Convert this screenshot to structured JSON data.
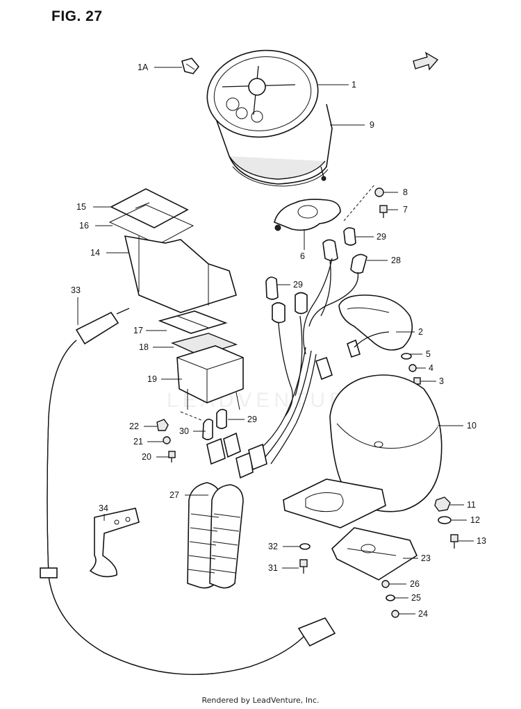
{
  "figure": {
    "title": "FIG. 27"
  },
  "footer": {
    "text": "Rendered by LeadVenture, Inc."
  },
  "watermark": {
    "text": "LEADVENTURE"
  },
  "callouts": [
    "1A",
    "1",
    "9",
    "8",
    "7",
    "29",
    "28",
    "15",
    "16",
    "14",
    "6",
    "33",
    "29",
    "2",
    "17",
    "5",
    "18",
    "4",
    "19",
    "3",
    "22",
    "29",
    "21",
    "30",
    "10",
    "20",
    "27",
    "11",
    "34",
    "12",
    "32",
    "13",
    "23",
    "31",
    "26",
    "25",
    "24"
  ]
}
